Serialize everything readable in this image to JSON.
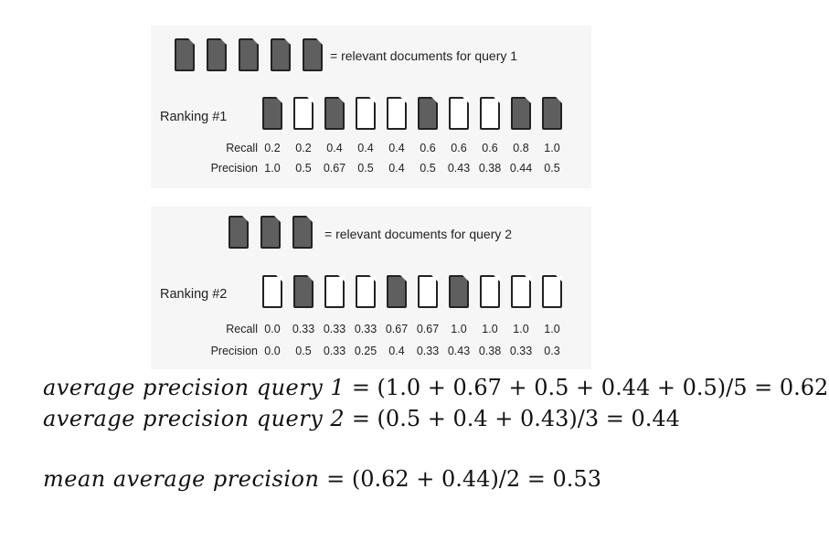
{
  "query1": {
    "legend_text": "= relevant documents for query 1",
    "legend_icon_count": 5,
    "ranking_label": "Ranking #1",
    "relevance": [
      1,
      0,
      1,
      0,
      0,
      1,
      0,
      0,
      1,
      1
    ],
    "recall_label": "Recall",
    "precision_label": "Precision",
    "recall": [
      "0.2",
      "0.2",
      "0.4",
      "0.4",
      "0.4",
      "0.6",
      "0.6",
      "0.6",
      "0.8",
      "1.0"
    ],
    "precision": [
      "1.0",
      "0.5",
      "0.67",
      "0.5",
      "0.4",
      "0.5",
      "0.43",
      "0.38",
      "0.44",
      "0.5"
    ]
  },
  "query2": {
    "legend_text": "= relevant documents for query 2",
    "legend_icon_count": 3,
    "ranking_label": "Ranking #2",
    "relevance": [
      0,
      1,
      0,
      0,
      1,
      0,
      1,
      0,
      0,
      0
    ],
    "recall_label": "Recall",
    "precision_label": "Precision",
    "recall": [
      "0.0",
      "0.33",
      "0.33",
      "0.33",
      "0.67",
      "0.67",
      "1.0",
      "1.0",
      "1.0",
      "1.0"
    ],
    "precision": [
      "0.0",
      "0.5",
      "0.33",
      "0.25",
      "0.4",
      "0.33",
      "0.43",
      "0.38",
      "0.33",
      "0.3"
    ]
  },
  "formulas": {
    "ap1_lhs": "average precision query 1",
    "ap1_rhs": " = (1.0 + 0.67 + 0.5 + 0.44 + 0.5)/5 = 0.62",
    "ap2_lhs": "average precision query 2",
    "ap2_rhs": " = (0.5 + 0.4 + 0.43)/3 = 0.44",
    "map_lhs": "mean average precision",
    "map_rhs": " = (0.62 + 0.44)/2 = 0.53"
  },
  "colors": {
    "relevant": "#5f5f5f",
    "nonrelevant": "#ffffff",
    "outline": "#222222",
    "panel": "#f6f6f6"
  }
}
